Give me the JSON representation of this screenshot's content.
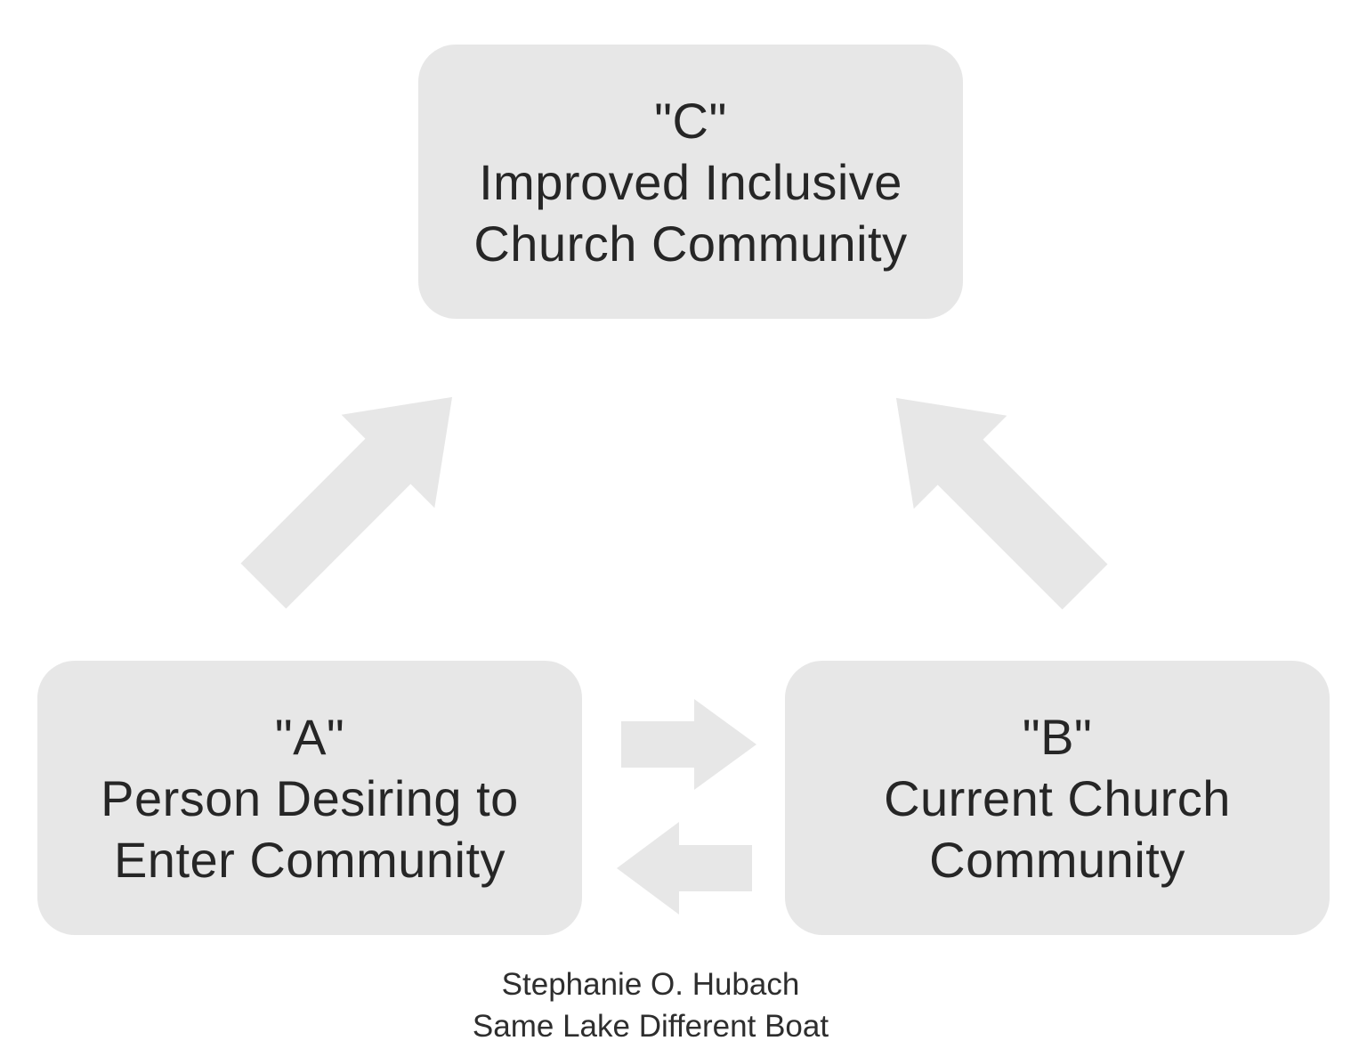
{
  "colors": {
    "background": "#ffffff",
    "node_fill": "#e7e7e7",
    "arrow_fill": "#e7e7e7",
    "text": "#262626"
  },
  "nodes": {
    "c": {
      "lines": [
        "\"C\"",
        "Improved Inclusive",
        "Church Community"
      ]
    },
    "a": {
      "lines": [
        "\"A\"",
        "Person Desiring to",
        "Enter Community"
      ]
    },
    "b": {
      "lines": [
        "\"B\"",
        "Current Church",
        "Community"
      ]
    }
  },
  "edges": [
    {
      "from": "A",
      "to": "C",
      "direction": "up-right"
    },
    {
      "from": "B",
      "to": "C",
      "direction": "up-left"
    },
    {
      "from": "A",
      "to": "B",
      "direction": "right"
    },
    {
      "from": "B",
      "to": "A",
      "direction": "left"
    }
  ],
  "attribution": {
    "author": "Stephanie O. Hubach",
    "work": "Same Lake Different Boat"
  }
}
